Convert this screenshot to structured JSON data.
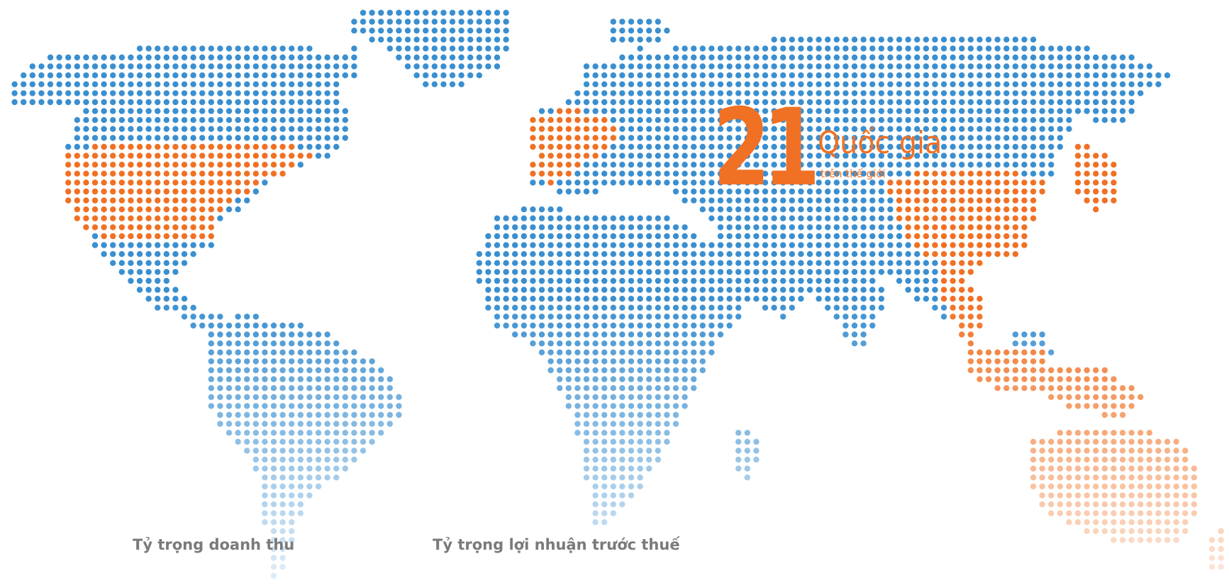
{
  "stat": {
    "number": "21",
    "label": "Quốc gia",
    "sublabel": "trên thế giới"
  },
  "captions": {
    "revenue": "Tỷ trọng doanh thu",
    "profit": "Tỷ trọng lợi nhuận trước thuế"
  },
  "colors": {
    "blue_dot": "#3a8fd0",
    "orange_dot": "#f07124",
    "caption_text": "#7a7a7a"
  },
  "map": {
    "style": "dotted-world-map",
    "highlighted_regions": [
      "United States",
      "Western Europe",
      "China",
      "Southeast Asia",
      "Australia"
    ]
  }
}
